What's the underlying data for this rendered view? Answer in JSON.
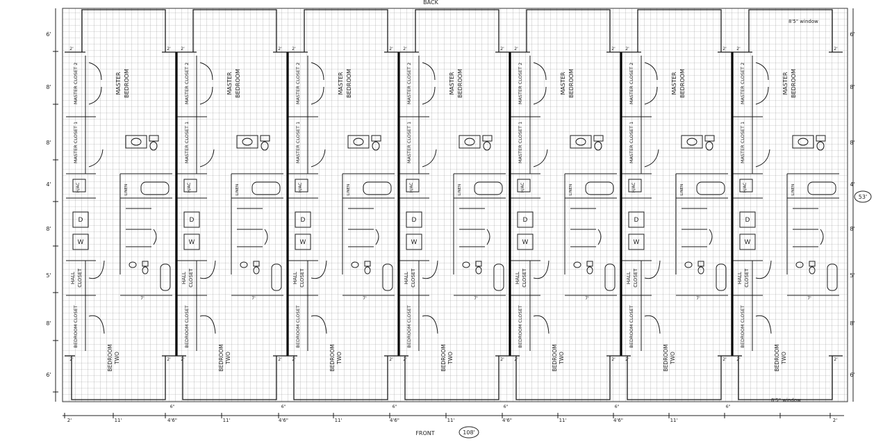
{
  "header": {
    "back_label": "BACK",
    "front_label": "FRONT",
    "overall_width": "108'",
    "overall_depth": "53'",
    "window_note_top": "8'5\" window",
    "window_note_bottom": "8'5\" window"
  },
  "left_dimensions": [
    "6'",
    "8'",
    "8'",
    "4'",
    "8'",
    "5'",
    "8'",
    "6'"
  ],
  "right_dimensions": [
    "6'",
    "8'",
    "8'",
    "4'",
    "8'",
    "5'",
    "8'",
    "6'"
  ],
  "bottom_dimensions": [
    "2'",
    "11'",
    "4'6\"",
    "11'",
    "4'6\"",
    "11'",
    "4'6\"",
    "11'",
    "4'6\"",
    "11'",
    "4'6\"",
    "11'",
    "2'"
  ],
  "small_dims": {
    "two": "2'",
    "six": "6\"",
    "seven": "7'"
  },
  "room_labels": {
    "master_bedroom": [
      "MASTER",
      "BEDROOM"
    ],
    "bedroom_two": [
      "BEDROOM",
      "TWO"
    ],
    "master_closet_1": "MASTER CLOSET 1",
    "master_closet_2": "MASTER CLOSET 2",
    "hall_closet": [
      "HALL",
      "CLOSET"
    ],
    "bedroom_closet": "BEDROOM CLOSET",
    "linen": "LINEN",
    "hvac": "H/AC",
    "dryer": "D",
    "washer": "W"
  },
  "units": [
    {
      "id": "unit-1"
    },
    {
      "id": "unit-2"
    },
    {
      "id": "unit-3"
    },
    {
      "id": "unit-4"
    },
    {
      "id": "unit-5"
    },
    {
      "id": "unit-6"
    },
    {
      "id": "unit-7"
    }
  ]
}
